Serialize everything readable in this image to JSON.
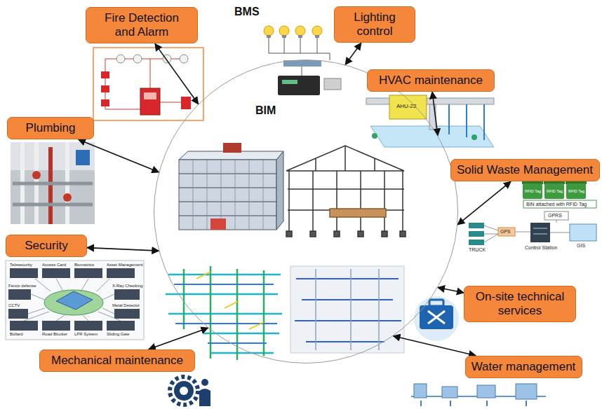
{
  "diagram": {
    "title": "BMS",
    "nodes": [
      {
        "text": [
          "Fire Detection and Alarm"
        ]
      },
      {
        "text": [
          "Lighting control"
        ]
      },
      {
        "text": [
          "HVAC maintenance"
        ]
      },
      {
        "text": [
          "BIM"
        ]
      },
      {
        "text": [
          "Plumbing"
        ]
      },
      {
        "text": [
          "Solid Waste Management"
        ]
      },
      {
        "text": [
          "Security"
        ]
      },
      {
        "text": [
          "On-site technical services"
        ]
      },
      {
        "text": [
          "Mechanical maintenance"
        ]
      },
      {
        "text": [
          "Water management"
        ]
      }
    ],
    "edges": [
      {
        "from": 0,
        "to": 3,
        "arrow": "both"
      },
      {
        "from": 1,
        "to": 3,
        "arrow": "both"
      },
      {
        "from": 2,
        "to": 3,
        "arrow": "both"
      },
      {
        "from": 4,
        "to": 3,
        "arrow": "both"
      },
      {
        "from": 5,
        "to": 3,
        "arrow": "both"
      },
      {
        "from": 6,
        "to": 3,
        "arrow": "both"
      },
      {
        "from": 7,
        "to": 3,
        "arrow": "both"
      },
      {
        "from": 8,
        "to": 3,
        "arrow": "both"
      },
      {
        "from": 9,
        "to": 3,
        "arrow": "both"
      }
    ],
    "labels": [
      "AHU-22",
      "Telesecurity",
      "Access Card",
      "Biometrics",
      "Asset Management",
      "Fence defense",
      "X-Ray Checking",
      "CCTV",
      "Metal Detector",
      "Bollard",
      "Road Blocker",
      "LPR System",
      "Sliding Gate",
      "RFID Tag",
      "RFID Tag",
      "RFID Tag",
      "BIN attached with RFID Tag",
      "GPRS",
      "GPS",
      "TRUCK",
      "Control Station",
      "GIS"
    ]
  }
}
